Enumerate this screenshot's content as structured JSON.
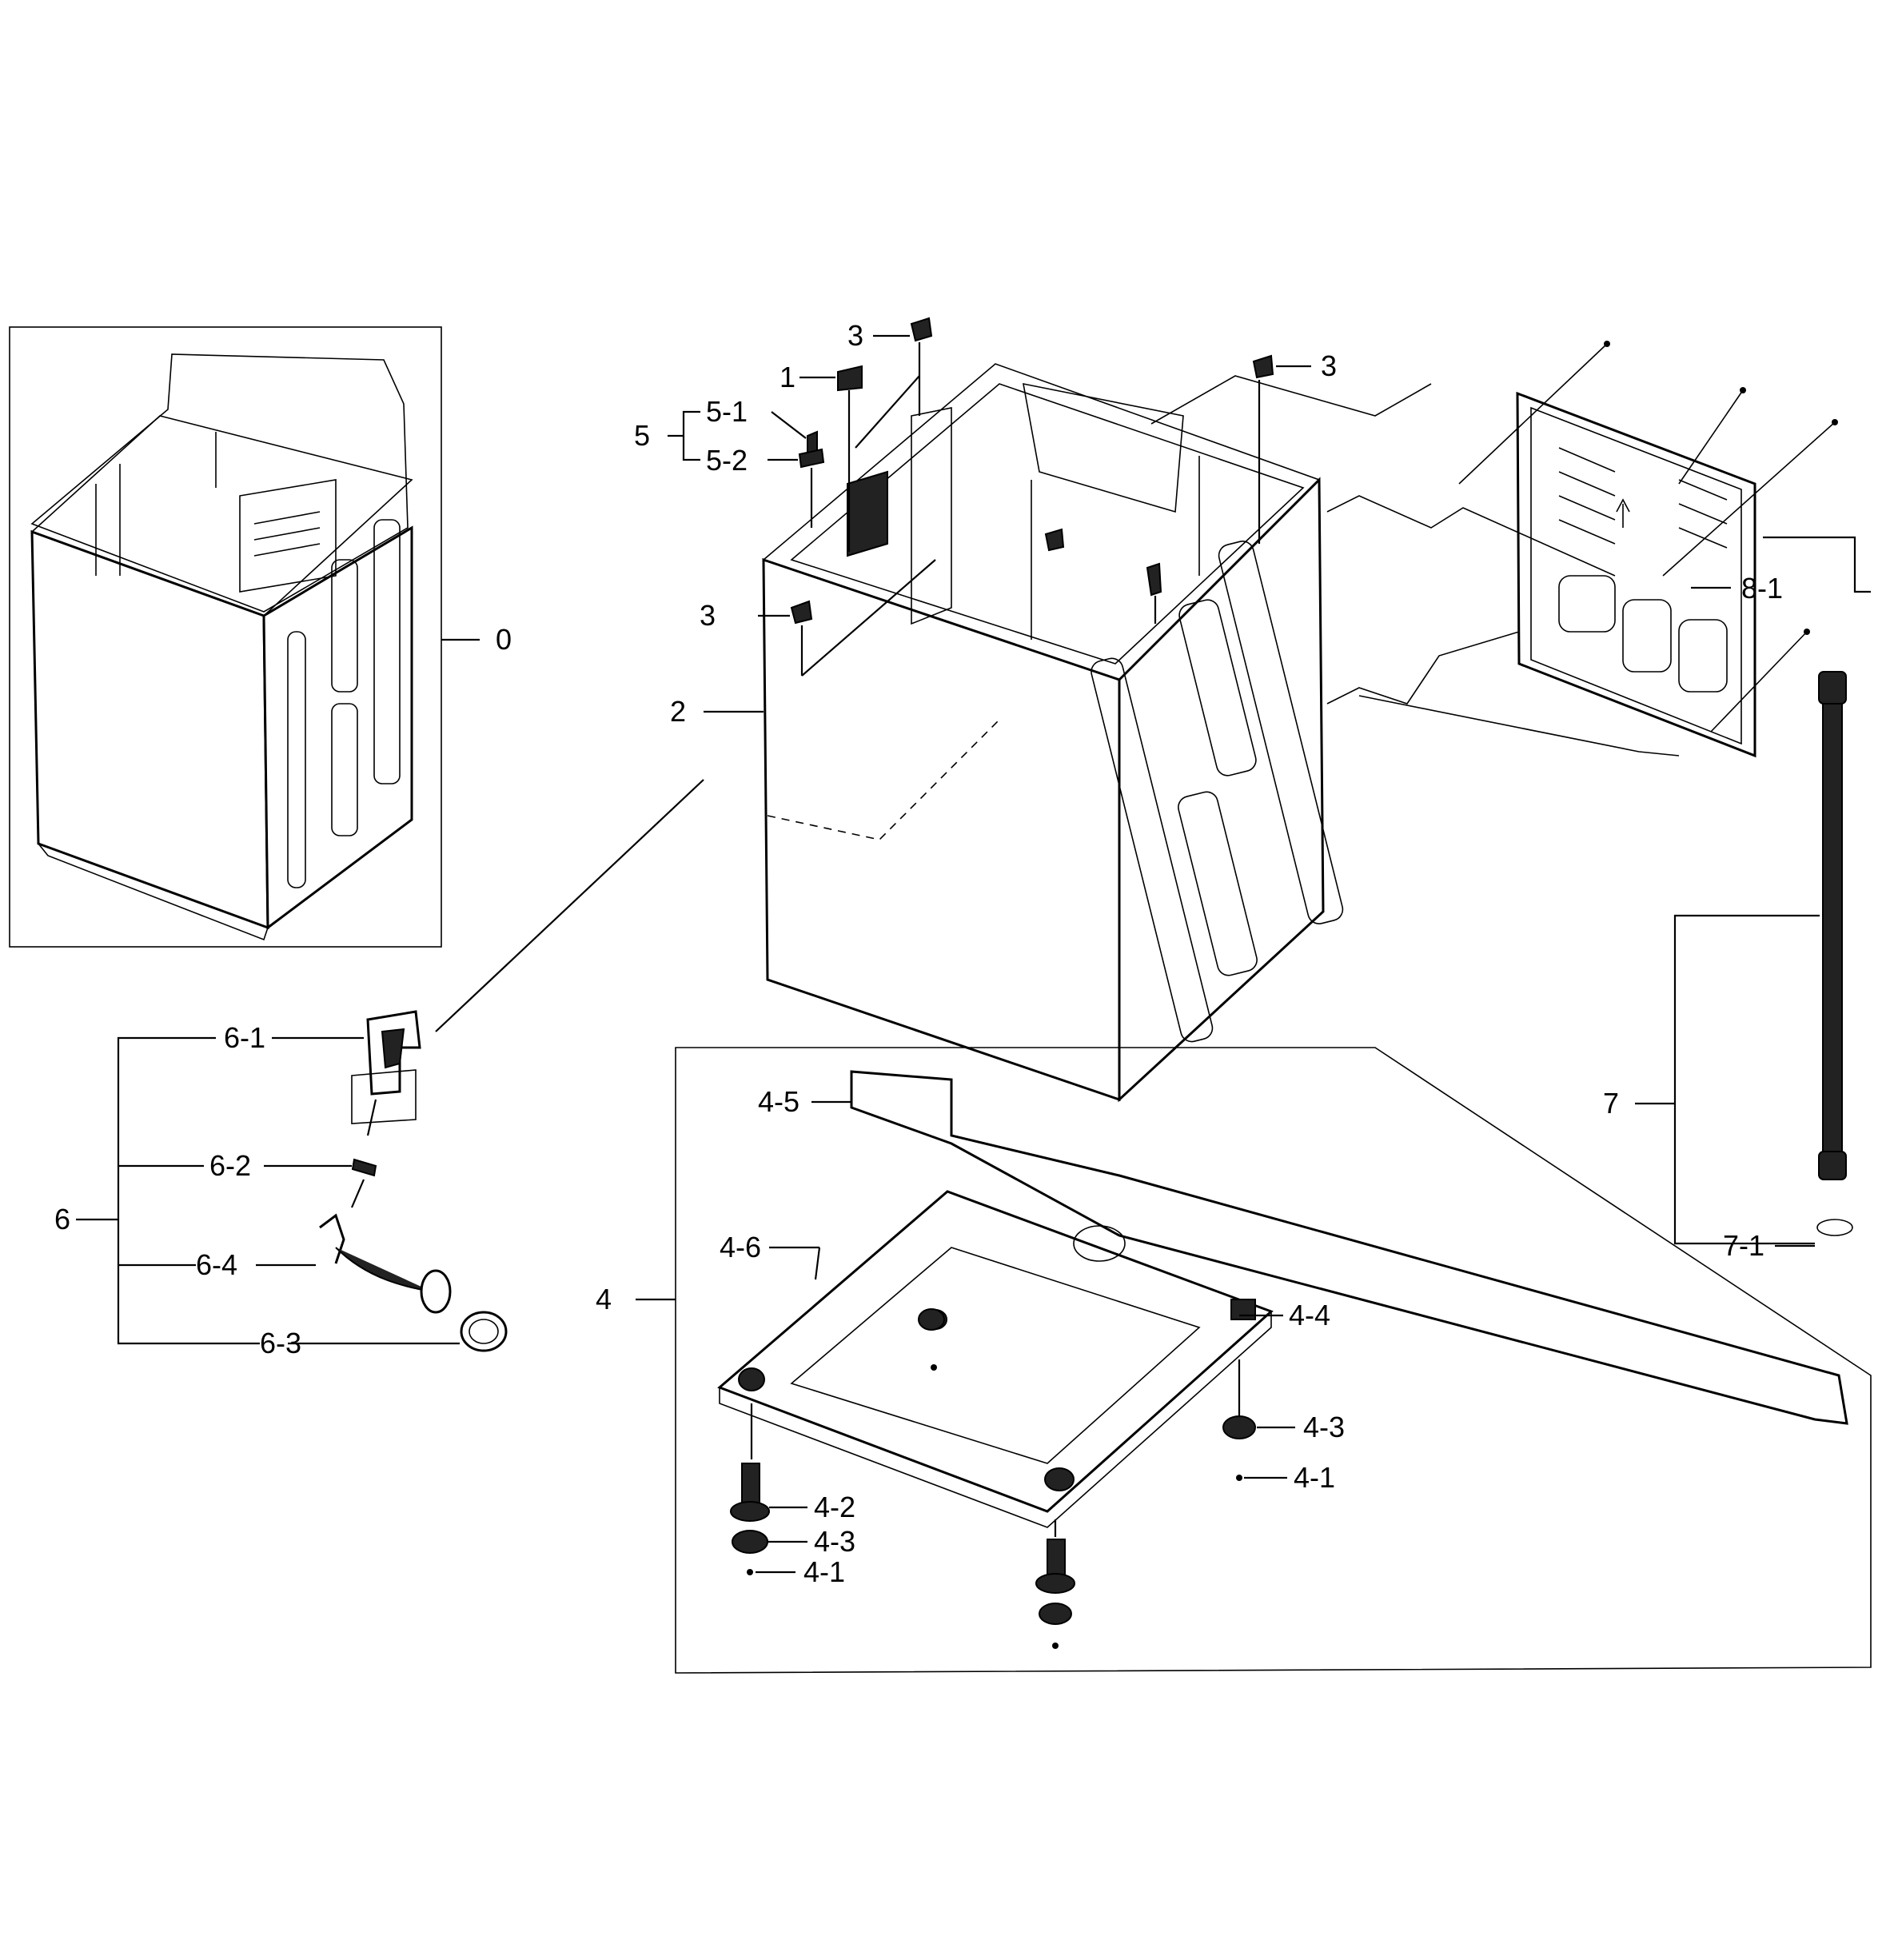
{
  "labels": {
    "l0": "0",
    "l1": "1",
    "l2": "2",
    "l3a": "3",
    "l3b": "3",
    "l3c": "3",
    "l4": "4",
    "l4_1a": "4-1",
    "l4_1b": "4-1",
    "l4_2": "4-2",
    "l4_3a": "4-3",
    "l4_3b": "4-3",
    "l4_4": "4-4",
    "l4_5": "4-5",
    "l4_6": "4-6",
    "l5": "5",
    "l5_1": "5-1",
    "l5_2": "5-2",
    "l6": "6",
    "l6_1": "6-1",
    "l6_2": "6-2",
    "l6_3": "6-3",
    "l6_4": "6-4",
    "l7": "7",
    "l7_1": "7-1",
    "l8_1": "8-1"
  }
}
